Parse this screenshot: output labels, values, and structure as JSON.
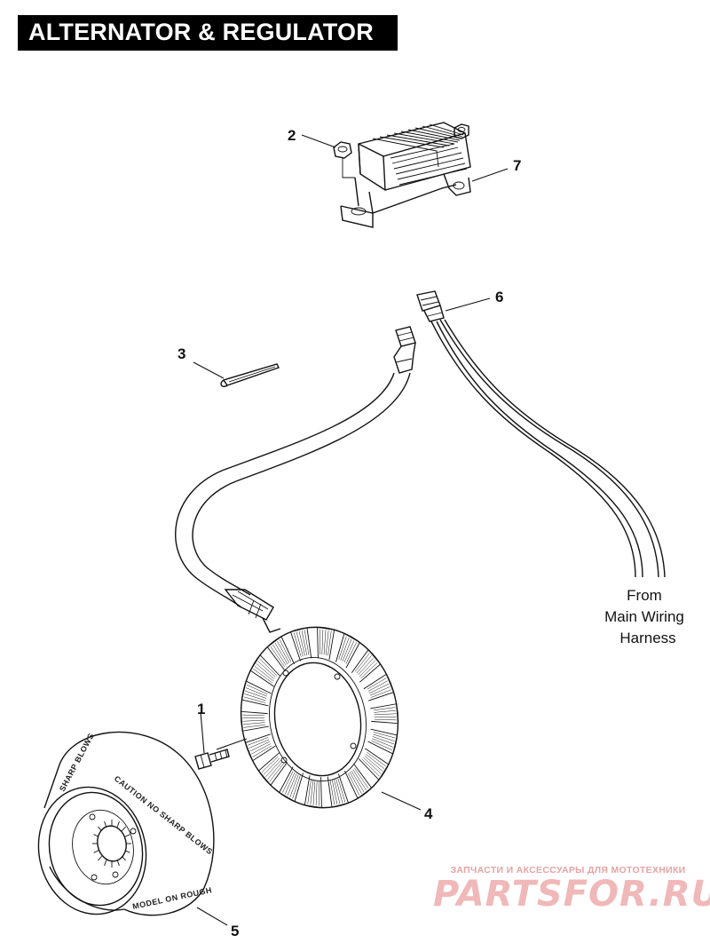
{
  "title": "ALTERNATOR & REGULATOR",
  "callouts": {
    "c1": "1",
    "c2": "2",
    "c3": "3",
    "c4": "4",
    "c5": "5",
    "c6": "6",
    "c7": "7"
  },
  "harness_note": {
    "line1": "From",
    "line2": "Main Wiring",
    "line3": "Harness"
  },
  "rotor_text": {
    "caution": "CAUTION NO SHARP BLOWS",
    "rim_top": "SHARP BLOWS",
    "rim_bottom": "MODEL ON ROUGH"
  },
  "watermark": {
    "tagline": "ЗАПЧАСТИ И АКСЕССУАРЫ ДЛЯ МОТОТЕХНИКИ",
    "site": "PARTSFOR.RU"
  }
}
